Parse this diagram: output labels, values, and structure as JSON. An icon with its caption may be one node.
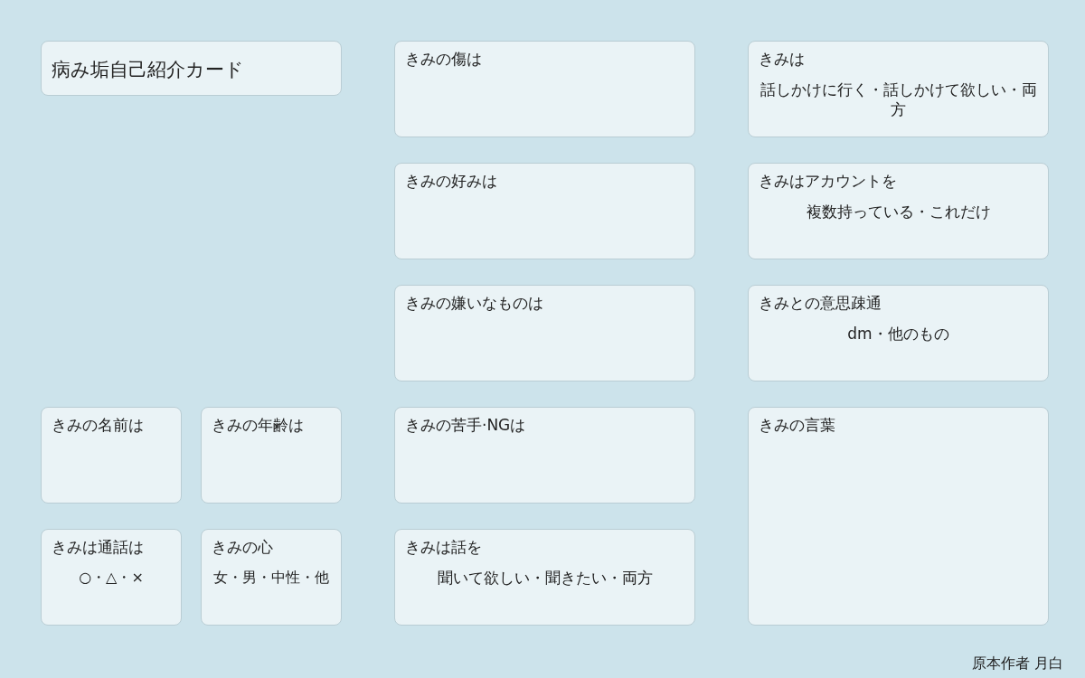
{
  "diagram": {
    "nodes": [
      {
        "text": [
          "病み垢自己紹介カード"
        ]
      },
      {
        "text": [
          "きみの傷は"
        ]
      },
      {
        "text": [
          "きみは",
          "話しかけに行く・話しかけて欲しい・両方"
        ]
      },
      {
        "text": [
          "きみの好みは"
        ]
      },
      {
        "text": [
          "きみはアカウントを",
          "複数持っている・これだけ"
        ]
      },
      {
        "text": [
          "きみの嫌いなものは"
        ]
      },
      {
        "text": [
          "きみとの意思疎通",
          "dm・他のもの"
        ]
      },
      {
        "text": [
          "きみの名前は"
        ]
      },
      {
        "text": [
          "きみの年齢は"
        ]
      },
      {
        "text": [
          "きみの苦手·NGは"
        ]
      },
      {
        "text": [
          "きみの言葉"
        ]
      },
      {
        "text": [
          "きみは通話は",
          "○・△・×"
        ]
      },
      {
        "text": [
          "きみの心",
          "女・男・中性・他"
        ]
      },
      {
        "text": [
          "きみは話を",
          "聞いて欲しい・聞きたい・両方"
        ]
      }
    ],
    "labels": [
      "原本作者 月白"
    ]
  }
}
